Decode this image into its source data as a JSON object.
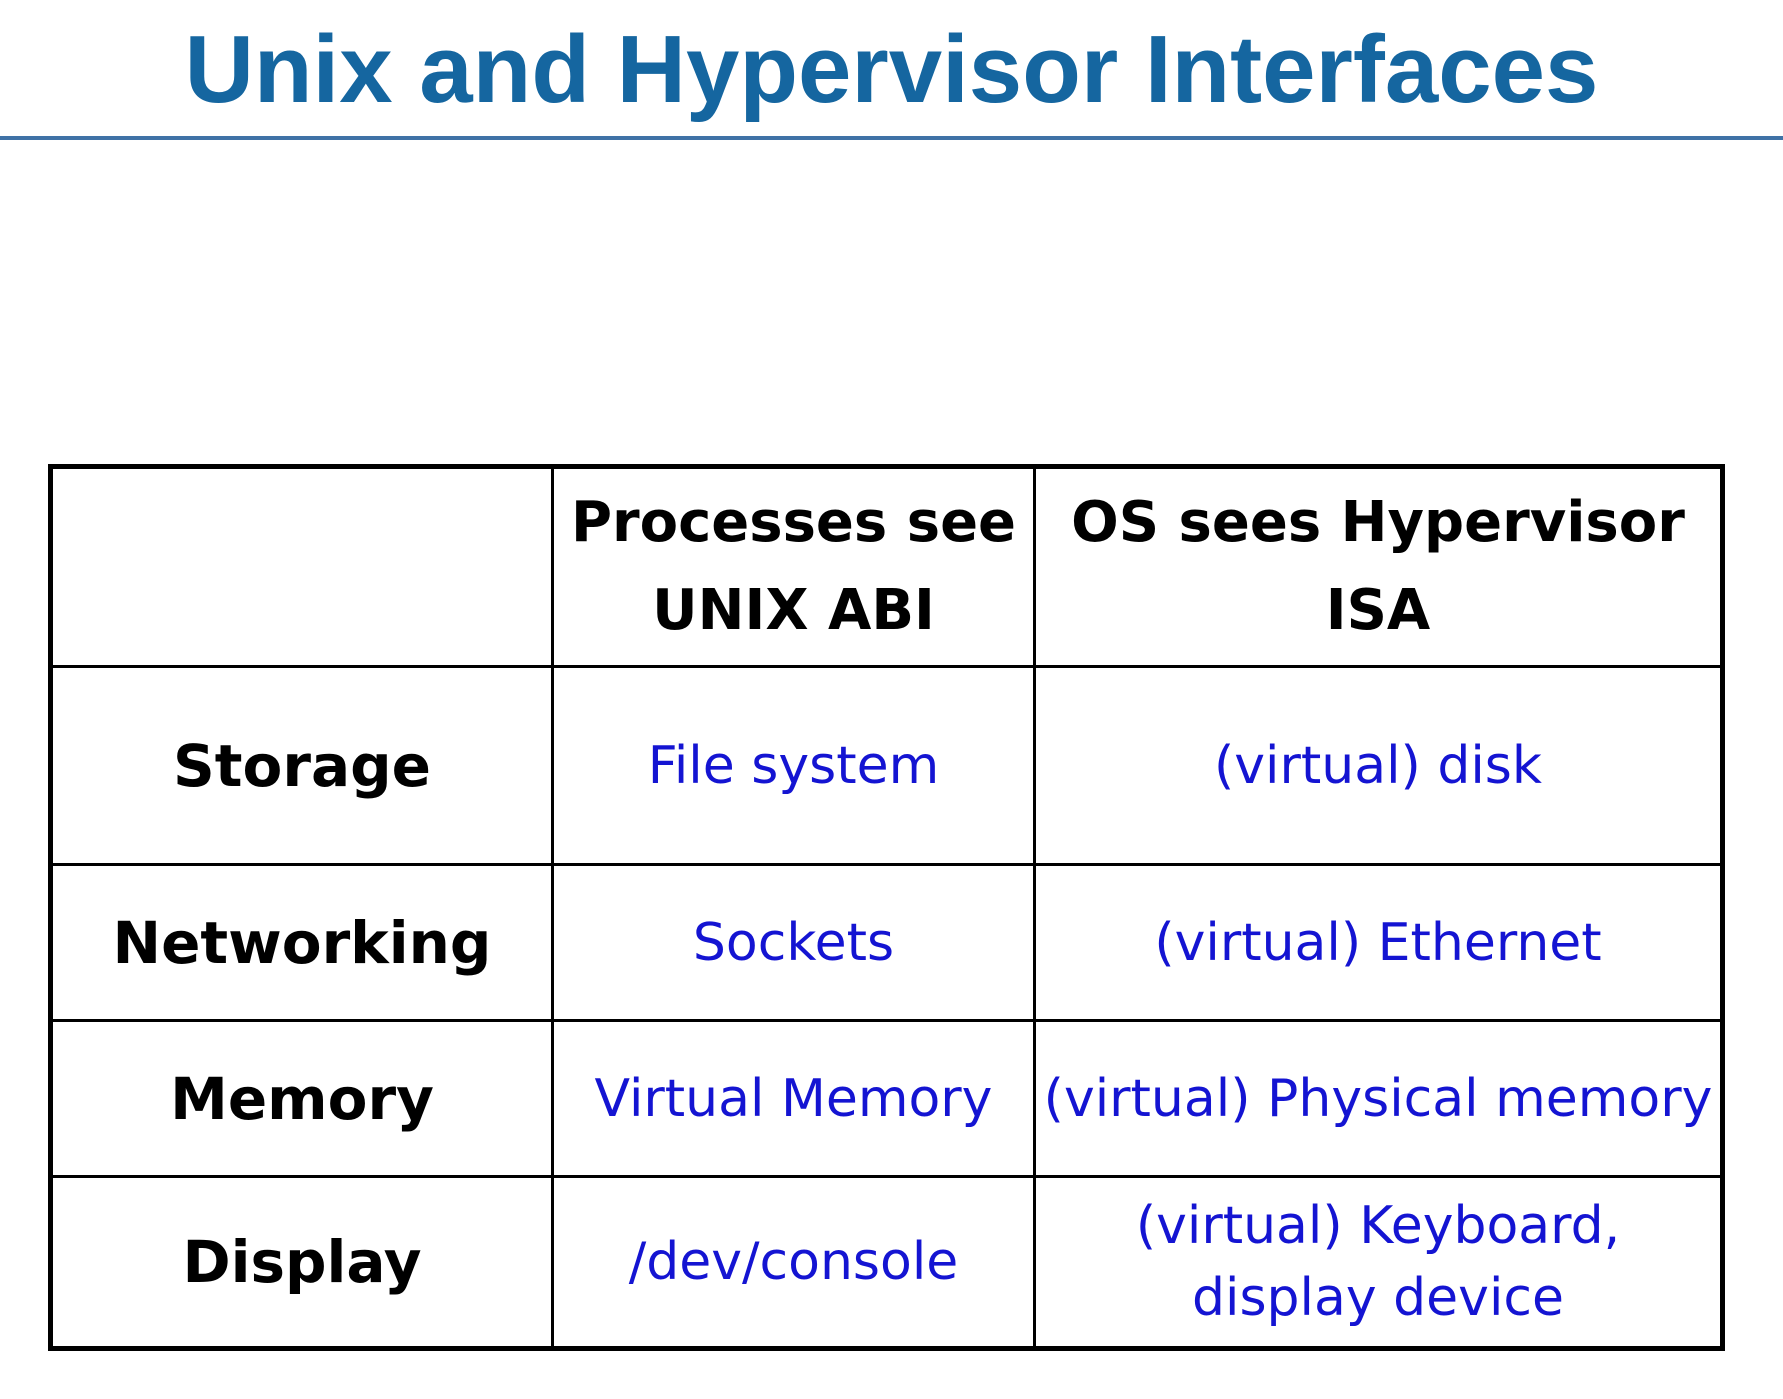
{
  "title": "Unix and Hypervisor Interfaces",
  "table": {
    "header": {
      "corner": "",
      "col1_line1": "Processes see",
      "col1_line2": "UNIX ABI",
      "col2_line1": "OS sees Hypervisor",
      "col2_line2": "ISA"
    },
    "rows": [
      {
        "label": "Storage",
        "unix": "File system",
        "hypervisor": "(virtual) disk"
      },
      {
        "label": "Networking",
        "unix": "Sockets",
        "hypervisor": "(virtual) Ethernet"
      },
      {
        "label": "Memory",
        "unix": "Virtual Memory",
        "hypervisor": "(virtual) Physical memory"
      },
      {
        "label": "Display",
        "unix": "/dev/console",
        "hypervisor_line1": "(virtual) Keyboard,",
        "hypervisor_line2": "display device"
      }
    ]
  },
  "colors": {
    "title": "#1566a0",
    "rule": "#3f72a6",
    "cell_text": "#1414d2",
    "header_text": "#000000"
  }
}
